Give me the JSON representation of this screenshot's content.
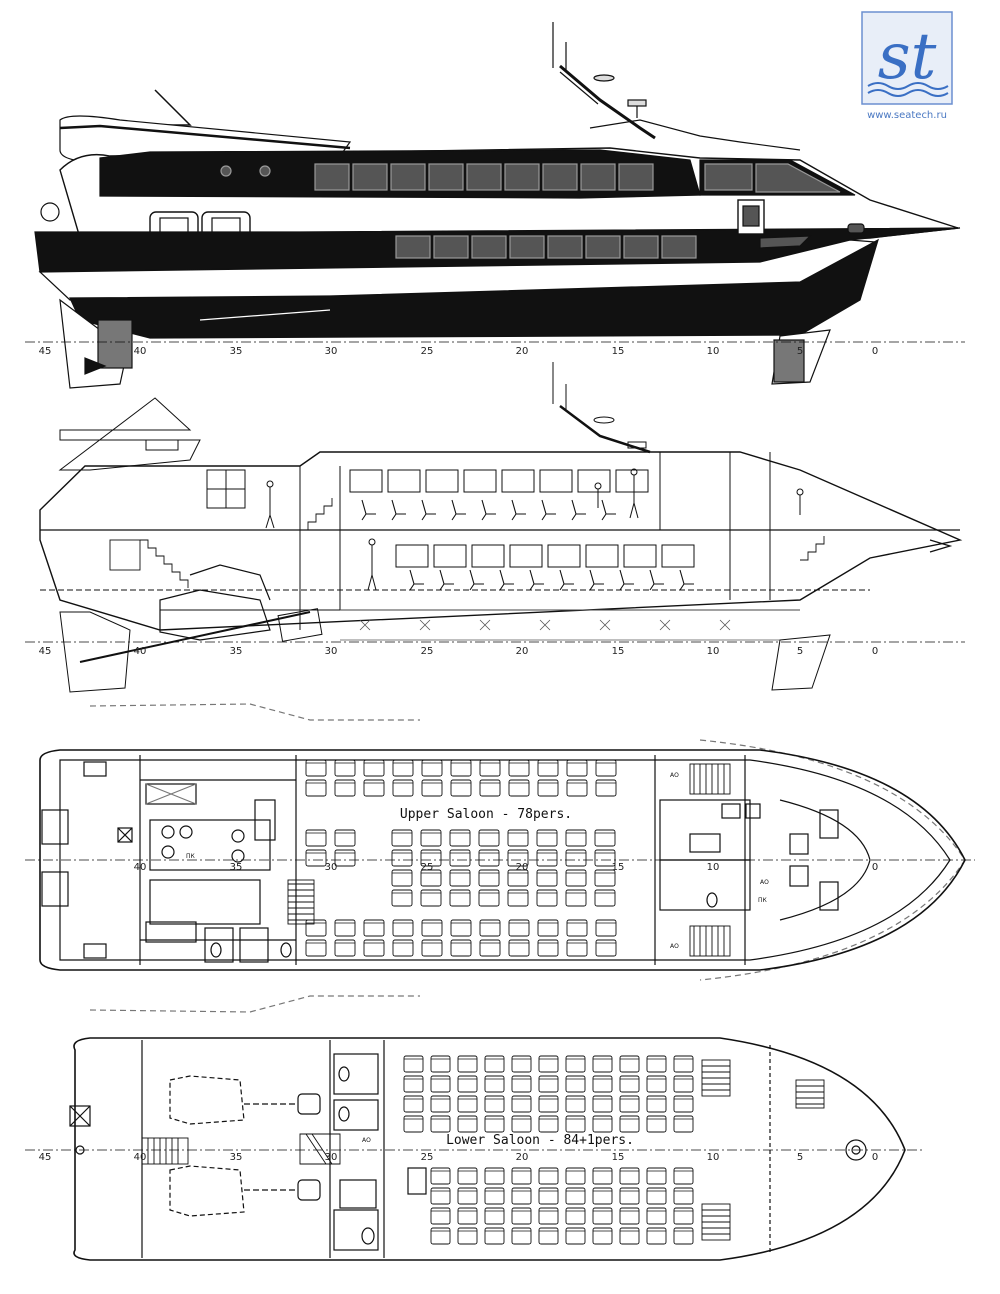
{
  "logo": {
    "text": "st",
    "url": "www.seatech.ru",
    "color": "#3a6fc4"
  },
  "frame_marks": [
    "45",
    "40",
    "35",
    "30",
    "25",
    "20",
    "15",
    "10",
    "5",
    "0"
  ],
  "upper_saloon_label": "Upper Saloon  - 78pers.",
  "lower_saloon_label": "Lower Saloon  - 84+1pers.",
  "room_tags": {
    "ao": "АО",
    "pk": "ПК"
  },
  "colors": {
    "line": "#111111",
    "hull_dark": "#0d0d0d",
    "window": "#555555",
    "dash": "#777777"
  }
}
